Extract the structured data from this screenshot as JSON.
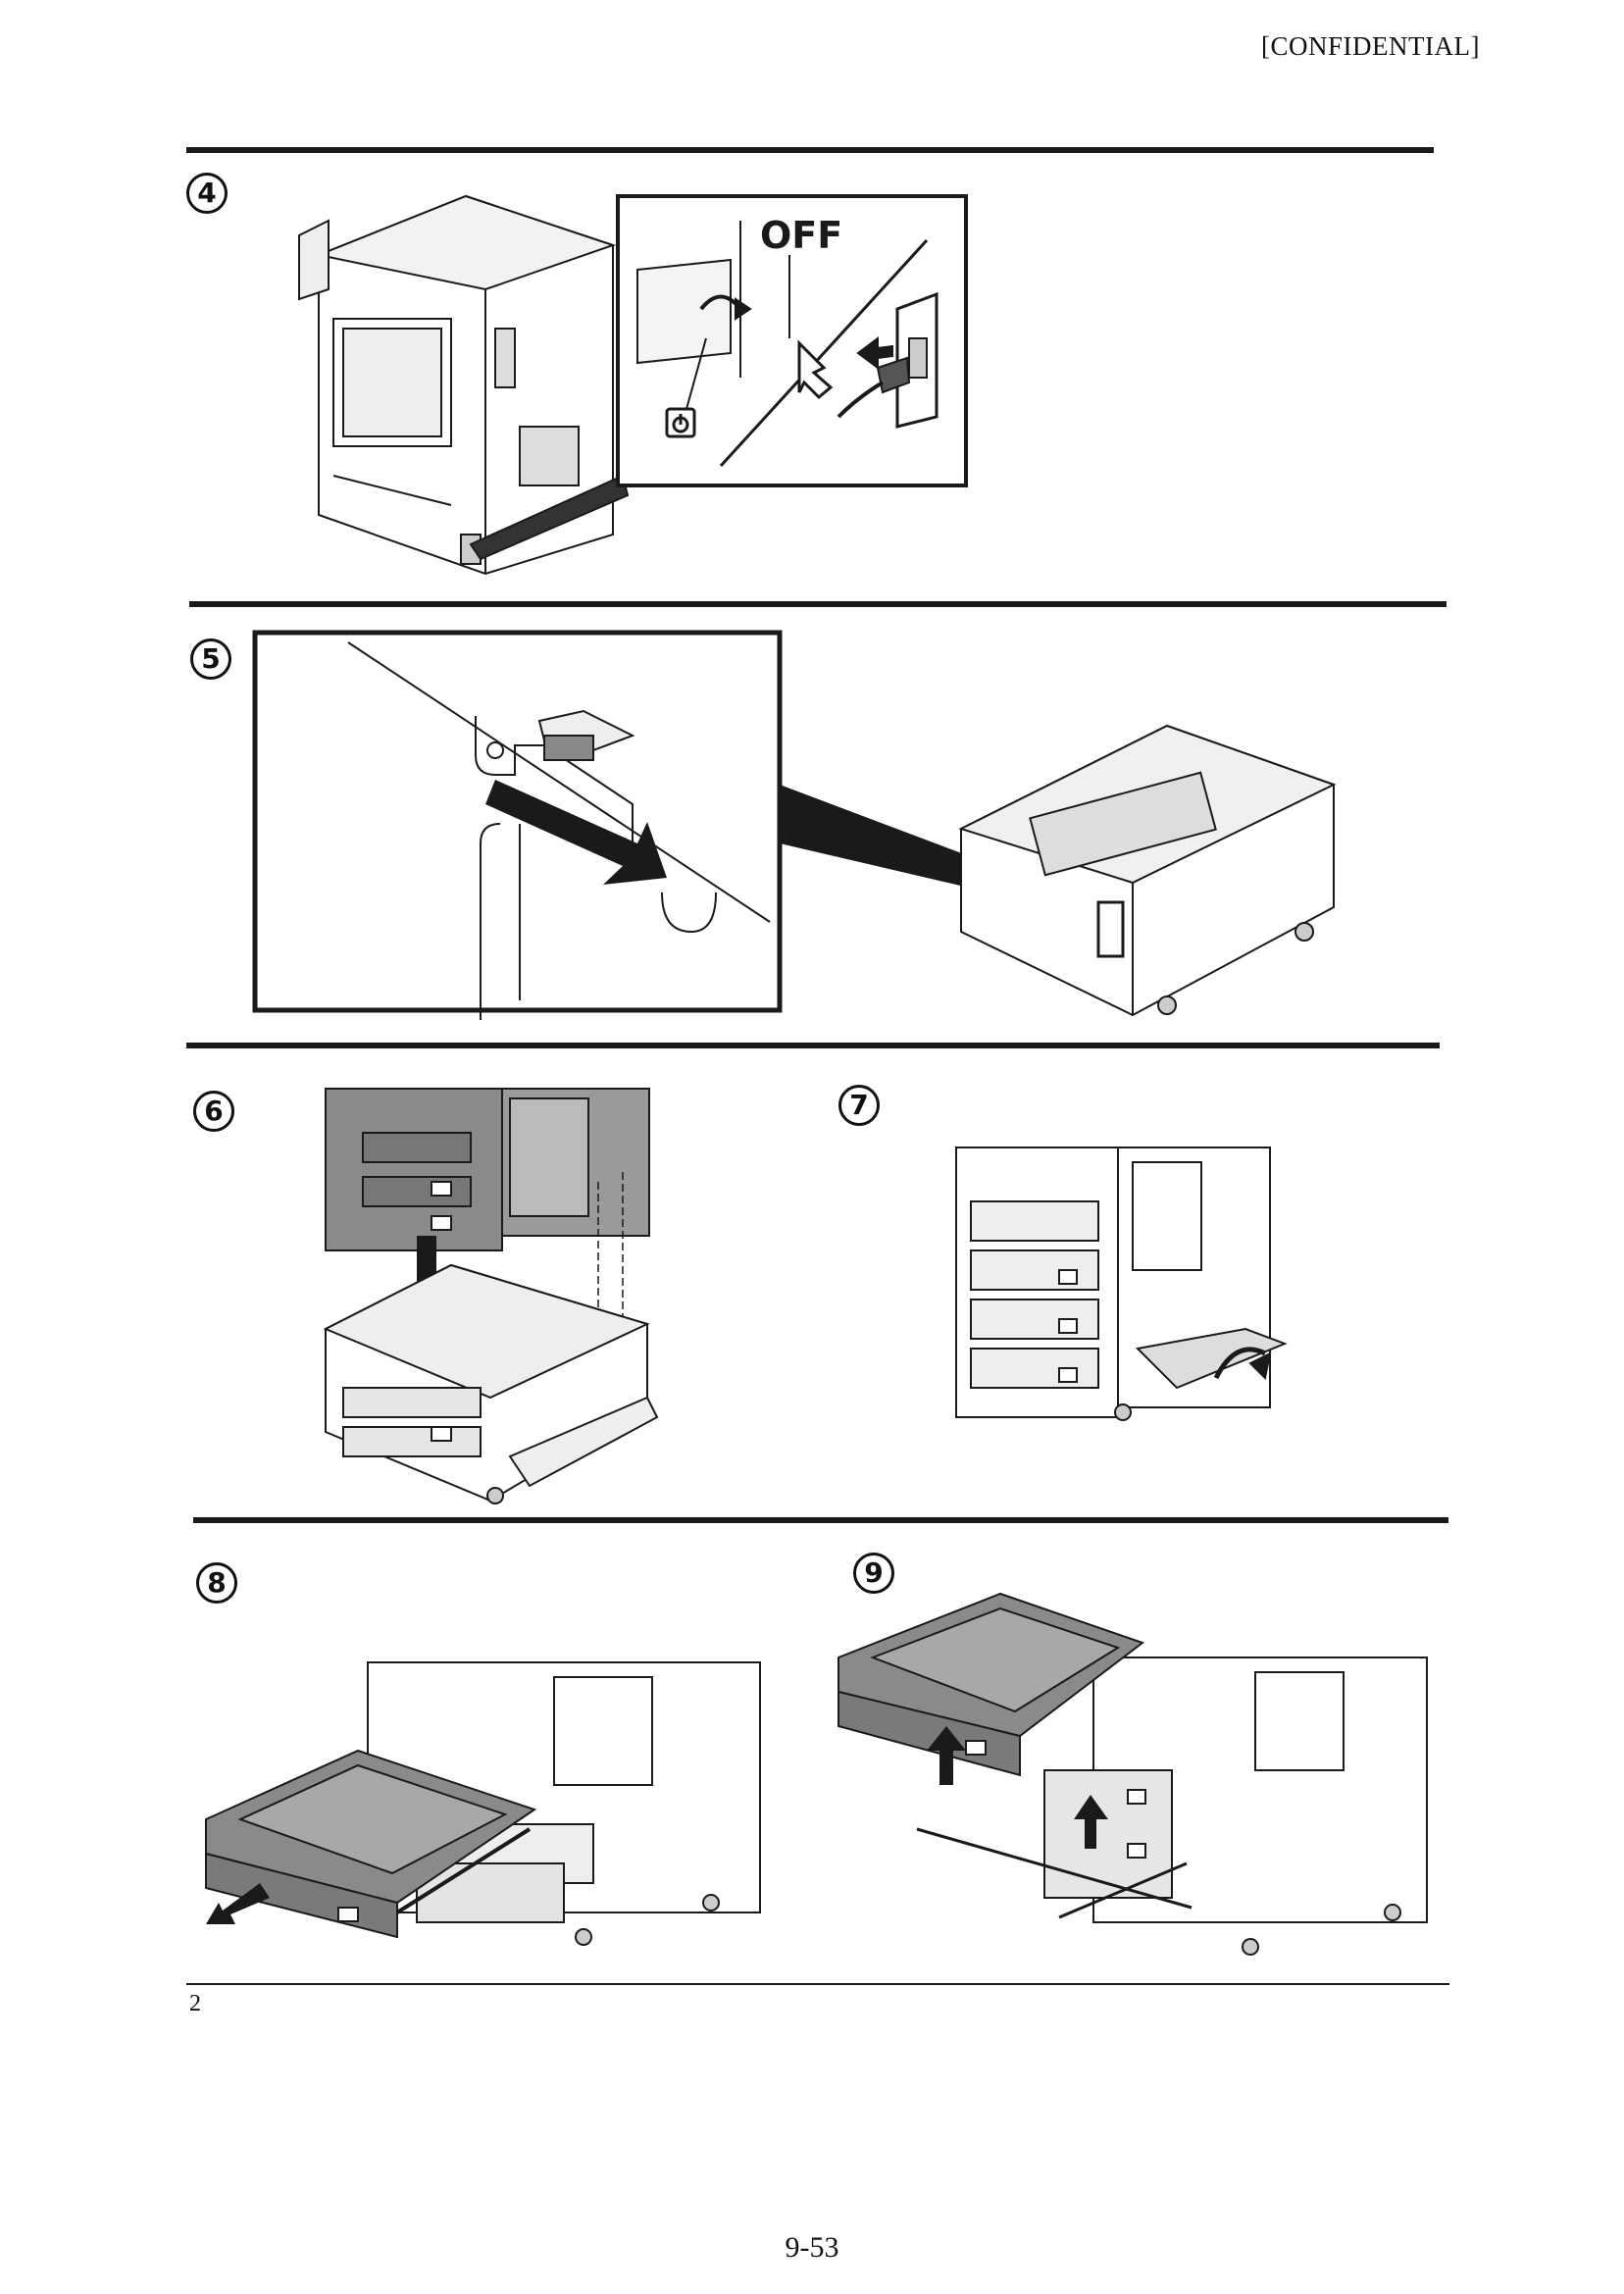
{
  "header": {
    "label": "[CONFIDENTIAL]"
  },
  "steps": [
    {
      "number": "4",
      "callout_label": "OFF"
    },
    {
      "number": "5"
    },
    {
      "number": "6"
    },
    {
      "number": "7"
    },
    {
      "number": "8"
    },
    {
      "number": "9"
    }
  ],
  "footnote": "2",
  "page_number": "9-53",
  "colors": {
    "ink": "#1a1a1a",
    "panel_gray": "#8a8a8a",
    "light_gray": "#c8c8c8"
  },
  "icons": [
    "power-icon",
    "arrow-icon",
    "plug-icon"
  ]
}
